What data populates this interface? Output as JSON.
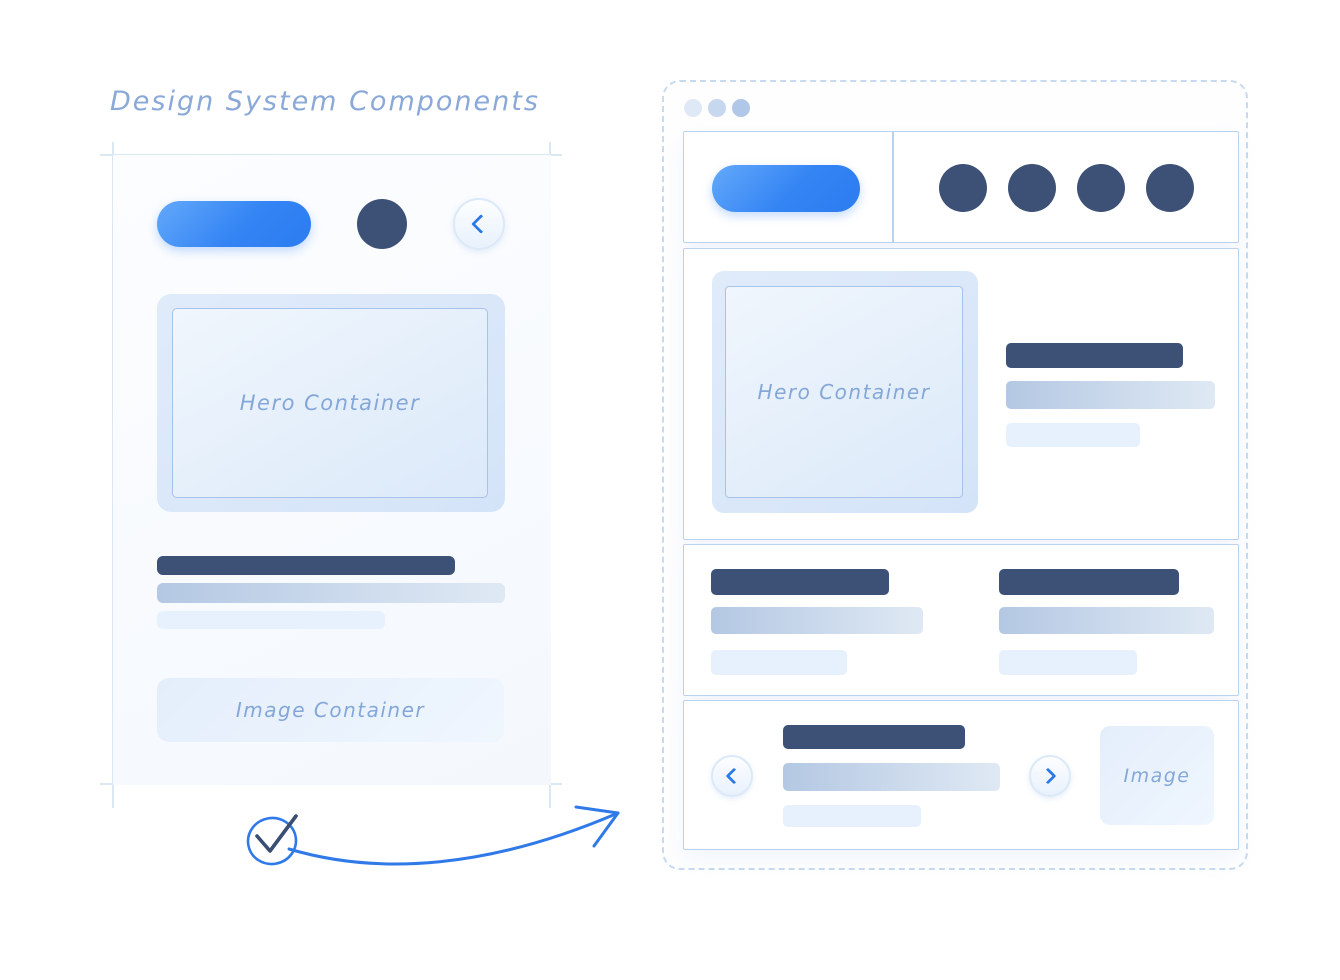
{
  "title": "Design System Components",
  "artboard": {
    "hero_label": "Hero Container",
    "image_label": "Image Container"
  },
  "frame": {
    "hero_label": "Hero Container",
    "image_label": "Image"
  },
  "icons": {
    "chevron_left": "chevron-left",
    "chevron_right": "chevron-right",
    "check": "check-mark",
    "arrow": "curved-arrow",
    "traffic_dots": "window-control-dots",
    "nav_dots": "navigation-dots"
  },
  "colors": {
    "accent_blue": "#2f7ff2",
    "accent_blue_light": "#63a9fa",
    "navy": "#3d5076",
    "box_border": "#bad2ee",
    "inner_border": "#a8c3e8",
    "handwritten_text": "#84a7d8",
    "bar_mid_start": "#b4c8e3",
    "bar_mid_end": "#dfe9f4",
    "bar_light": "#e7f1fd",
    "crop_mark": "#dce7f4",
    "dashed_border": "#c7daf0",
    "chevron_blue": "#2b7ae7"
  }
}
